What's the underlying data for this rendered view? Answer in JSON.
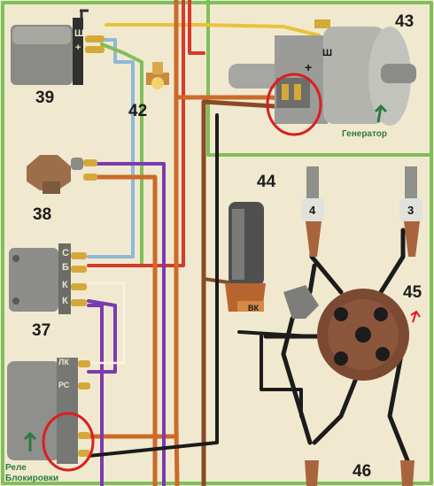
{
  "components": [
    {
      "id": "39",
      "label": "39"
    },
    {
      "id": "42",
      "label": "42"
    },
    {
      "id": "43",
      "label": "43"
    },
    {
      "id": "38",
      "label": "38"
    },
    {
      "id": "44",
      "label": "44"
    },
    {
      "id": "37",
      "label": "37"
    },
    {
      "id": "45",
      "label": "45"
    },
    {
      "id": "46",
      "label": "46"
    }
  ],
  "terminals": {
    "relay39_sh": "Ш",
    "relay39_plus": "+",
    "gen_sh": "Ш",
    "gen_plus": "+",
    "relay37_s": "С",
    "relay37_b": "Б",
    "relay37_k1": "К",
    "relay37_k2": "К",
    "lock_relay_lk": "ЛК",
    "lock_relay_rs": "РС",
    "coil_vk": "ВК",
    "spark_plug_left": "4",
    "spark_plug_right": "3"
  },
  "annotations": {
    "generator": "Генератор",
    "lock_relay_line1": "Реле",
    "lock_relay_line2": "Блокировки"
  },
  "colors": {
    "background": "#f1e9cf",
    "wire_green": "#7fbf5a",
    "wire_red": "#d63a2c",
    "wire_orange": "#cc6a2a",
    "wire_brown": "#8a4a28",
    "wire_purple": "#7a3bb0",
    "wire_blue": "#8fb8d8",
    "wire_black": "#1c1c1c",
    "wire_yellow": "#e8c23a",
    "annotation_circle": "#d91f1f",
    "annotation_text": "#2f7a3e"
  }
}
